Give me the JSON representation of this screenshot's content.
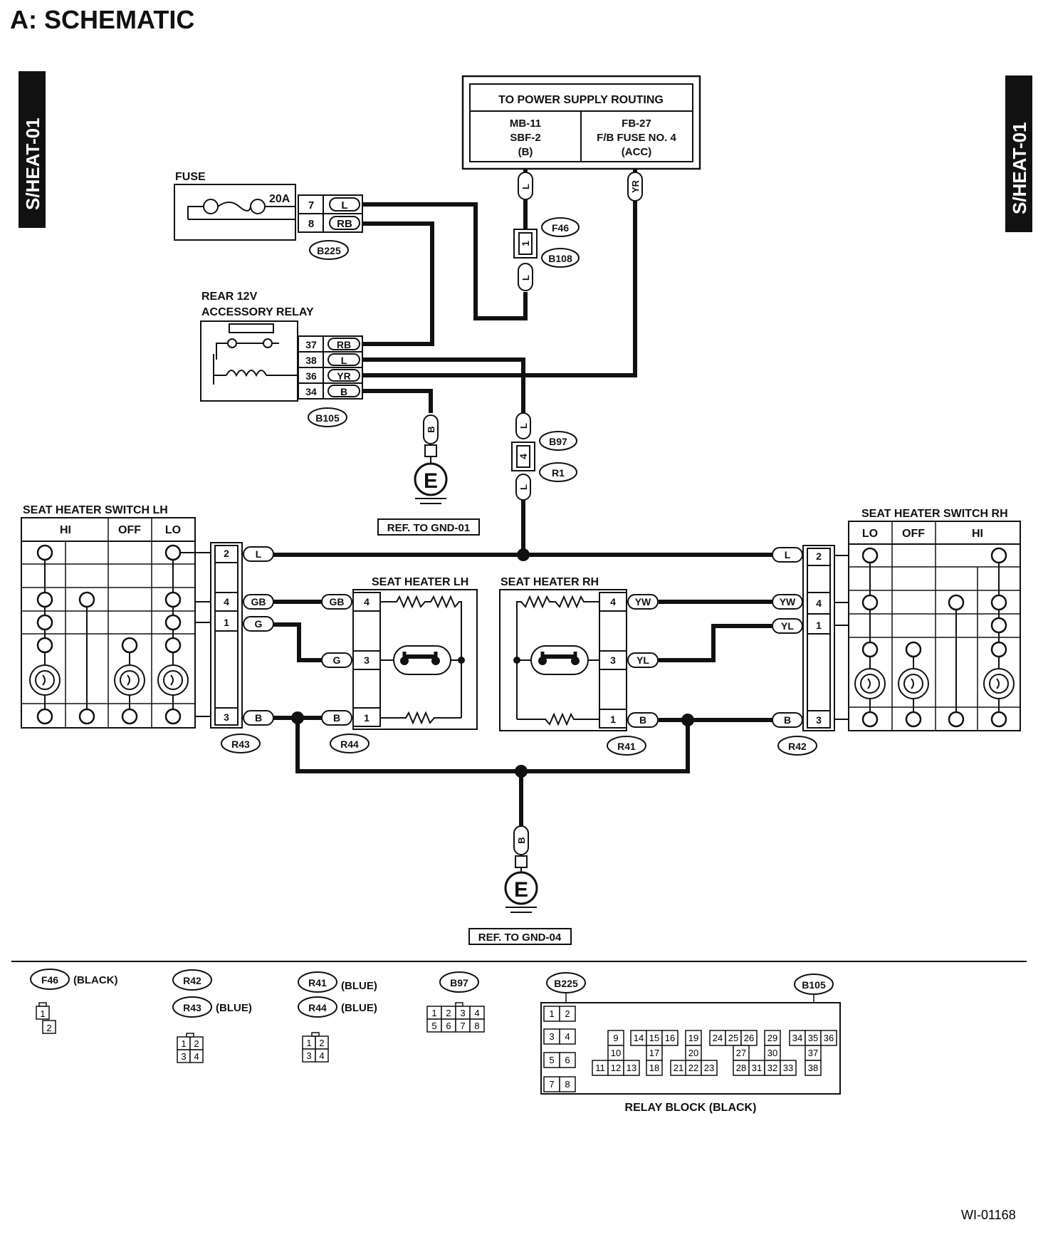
{
  "header": {
    "title": "A:  SCHEMATIC"
  },
  "side_tabs": {
    "left": "S/HEAT-01",
    "right": "S/HEAT-01"
  },
  "power_supply": {
    "title": "TO POWER SUPPLY ROUTING",
    "left": [
      "MB-11",
      "SBF-2",
      "(B)"
    ],
    "right": [
      "FB-27",
      "F/B FUSE NO. 4",
      "(ACC)"
    ]
  },
  "fuse": {
    "label": "FUSE",
    "rating": "20A",
    "connector": "B225",
    "pins": [
      {
        "pin": "7",
        "wire": "L"
      },
      {
        "pin": "8",
        "wire": "RB"
      }
    ]
  },
  "relay": {
    "label_line1": "REAR 12V",
    "label_line2": "ACCESSORY RELAY",
    "connector": "B105",
    "pins": [
      {
        "pin": "37",
        "wire": "RB"
      },
      {
        "pin": "38",
        "wire": "L"
      },
      {
        "pin": "36",
        "wire": "YR"
      },
      {
        "pin": "34",
        "wire": "B"
      }
    ]
  },
  "f46_b108": {
    "top_connector": "F46",
    "bottom_connector": "B108",
    "pin": "1",
    "wire_top": "L",
    "wire_bottom": "L"
  },
  "yr_wire": "YR",
  "b97_r1": {
    "top_connector": "B97",
    "bottom_connector": "R1",
    "pin": "4",
    "wire_top": "L",
    "wire_bottom": "L"
  },
  "ground_1": {
    "wire": "B",
    "symbol": "E",
    "ref": "REF. TO GND-01"
  },
  "ground_2": {
    "wire": "B",
    "symbol": "E",
    "ref": "REF. TO GND-04"
  },
  "switch_lh": {
    "title": "SEAT HEATER SWITCH LH",
    "cols": [
      "HI",
      "OFF",
      "LO"
    ],
    "connector": "R43",
    "pins": [
      {
        "pin": "2",
        "wire": "L"
      },
      {
        "pin": "4",
        "wire": "GB"
      },
      {
        "pin": "1",
        "wire": "G"
      },
      {
        "pin": "3",
        "wire": "B"
      }
    ]
  },
  "switch_rh": {
    "title": "SEAT HEATER SWITCH RH",
    "cols": [
      "LO",
      "OFF",
      "HI"
    ],
    "connector": "R42",
    "pins": [
      {
        "pin": "2",
        "wire": "L"
      },
      {
        "pin": "4",
        "wire": "YW"
      },
      {
        "pin": "1",
        "wire": "YL"
      },
      {
        "pin": "3",
        "wire": "B"
      }
    ]
  },
  "heater_lh": {
    "title": "SEAT HEATER LH",
    "connector": "R44",
    "pins": [
      {
        "pin": "4",
        "wire": "GB"
      },
      {
        "pin": "3",
        "wire": "G"
      },
      {
        "pin": "1",
        "wire": "B"
      }
    ]
  },
  "heater_rh": {
    "title": "SEAT HEATER RH",
    "connector": "R41",
    "pins": [
      {
        "pin": "4",
        "wire": "YW"
      },
      {
        "pin": "3",
        "wire": "YL"
      },
      {
        "pin": "1",
        "wire": "B"
      }
    ]
  },
  "legend": {
    "f46": {
      "name": "F46",
      "color": "(BLACK)",
      "pins": [
        "1",
        "2"
      ]
    },
    "r42": {
      "name": "R42"
    },
    "r43": {
      "name": "R43",
      "color": "(BLUE)",
      "pins": [
        "1",
        "2",
        "3",
        "4"
      ]
    },
    "r41": {
      "name": "R41",
      "color": "(BLUE)"
    },
    "r44": {
      "name": "R44",
      "color": "(BLUE)",
      "pins": [
        "1",
        "2",
        "3",
        "4"
      ]
    },
    "b97": {
      "name": "B97",
      "pins": [
        "1",
        "2",
        "3",
        "4",
        "5",
        "6",
        "7",
        "8"
      ]
    },
    "b225": {
      "name": "B225"
    },
    "b105": {
      "name": "B105"
    },
    "relay_block": {
      "caption": "RELAY BLOCK (BLACK)",
      "cells": [
        "1",
        "2",
        "3",
        "4",
        "5",
        "6",
        "7",
        "8",
        "9",
        "10",
        "11",
        "12",
        "13",
        "14",
        "15",
        "16",
        "17",
        "18",
        "19",
        "20",
        "21",
        "22",
        "23",
        "24",
        "25",
        "26",
        "27",
        "28",
        "29",
        "30",
        "31",
        "32",
        "33",
        "34",
        "35",
        "36",
        "37",
        "38"
      ]
    }
  },
  "footer": {
    "code": "WI-01168"
  },
  "colors": {
    "ink": "#111111",
    "paper": "#ffffff"
  }
}
